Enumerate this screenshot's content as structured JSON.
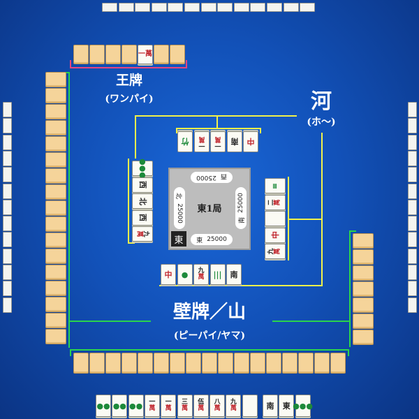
{
  "labels": {
    "wanpai_title": "王牌",
    "wanpai_reading": "(ワンパイ)",
    "river_title": "河",
    "river_reading": "(ホ～)",
    "wall_title": "壁牌／山",
    "wall_reading": "(ピーパイ/ヤマ)"
  },
  "center": {
    "round": "東1局",
    "seat_badge": "東",
    "east": {
      "wind": "東",
      "score": "25000"
    },
    "south": {
      "wind": "南",
      "score": "25000"
    },
    "west": {
      "wind": "西",
      "score": "25000"
    },
    "north": {
      "wind": "北",
      "score": "25000"
    }
  },
  "river": {
    "bottom": [
      "中",
      "●",
      "九萬",
      "|||",
      "南"
    ],
    "top": [
      "竹",
      "一萬",
      "一萬",
      "南",
      "中"
    ],
    "left": [
      "●●●",
      "西",
      "北",
      "西",
      "九萬"
    ],
    "right": [
      "≡",
      "二萬",
      "",
      "中",
      "九萬"
    ]
  },
  "hand": {
    "tiles": [
      "●●",
      "●●",
      "●●",
      "一萬",
      "一萬",
      "三萬",
      "伍萬",
      "八萬",
      "九萬",
      "",
      "南",
      "東",
      "●●●"
    ]
  },
  "dora_indicator": "一萬",
  "colors": {
    "table": "#1251b8",
    "wall_guide": "#2bd44c",
    "river_guide": "#f1f14a",
    "dead_wall_guide": "#e7457f",
    "tile_back": "#f5d49a",
    "tile_face": "#fbfbf4"
  }
}
